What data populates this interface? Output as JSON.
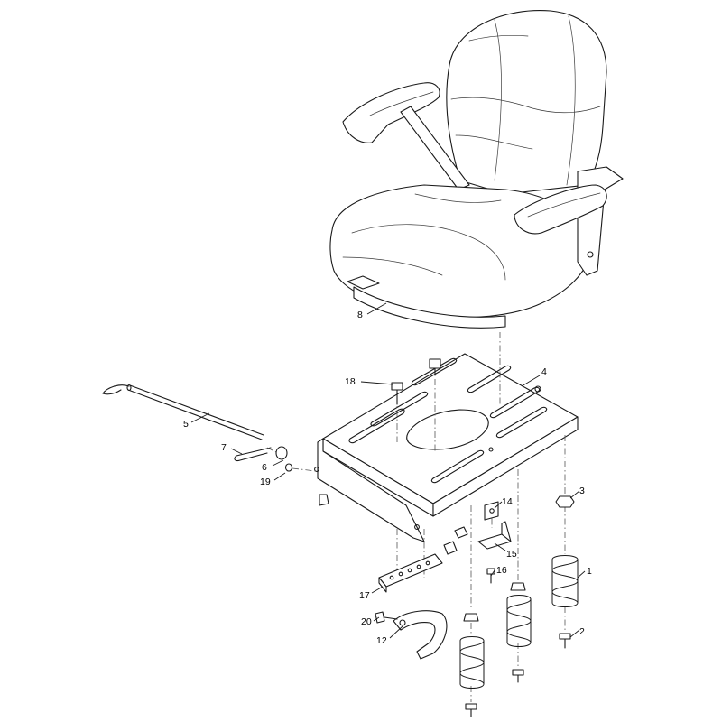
{
  "callouts": [
    {
      "id": "1",
      "label": "1"
    },
    {
      "id": "2",
      "label": "2"
    },
    {
      "id": "3",
      "label": "3"
    },
    {
      "id": "4",
      "label": "4"
    },
    {
      "id": "5",
      "label": "5"
    },
    {
      "id": "6",
      "label": "6"
    },
    {
      "id": "7",
      "label": "7"
    },
    {
      "id": "8",
      "label": "8"
    },
    {
      "id": "12",
      "label": "12"
    },
    {
      "id": "14",
      "label": "14"
    },
    {
      "id": "15",
      "label": "15"
    },
    {
      "id": "16",
      "label": "16"
    },
    {
      "id": "17",
      "label": "17"
    },
    {
      "id": "18",
      "label": "18"
    },
    {
      "id": "19",
      "label": "19"
    },
    {
      "id": "20",
      "label": "20"
    }
  ]
}
